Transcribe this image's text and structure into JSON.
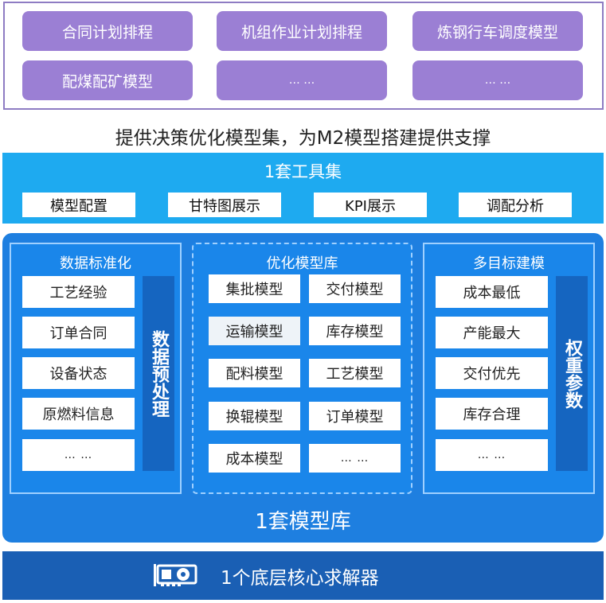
{
  "scenario_models": [
    {
      "label": "合同计划排程"
    },
    {
      "label": "机组作业计划排程"
    },
    {
      "label": "炼钢行车调度模型"
    },
    {
      "label": "配煤配矿模型"
    },
    {
      "label": "… …"
    },
    {
      "label": "… …"
    }
  ],
  "caption": "提供决策优化模型集，为M2模型搭建提供支撑",
  "toolset": {
    "title": "1套工具集",
    "items": [
      "模型配置",
      "甘特图展示",
      "KPI展示",
      "调配分析"
    ]
  },
  "library": {
    "title": "1套模型库",
    "data_panel": {
      "title": "数据标准化",
      "items": [
        "工艺经验",
        "订单合同",
        "设备状态",
        "原燃料信息",
        "… …"
      ],
      "side_label": "数据预处理"
    },
    "model_panel": {
      "title": "优化模型库",
      "items": [
        "集批模型",
        "交付模型",
        "运输模型",
        "库存模型",
        "配料模型",
        "工艺模型",
        "换辊模型",
        "订单模型",
        "成本模型",
        "… …"
      ]
    },
    "objective_panel": {
      "title": "多目标建模",
      "items": [
        "成本最低",
        "产能最大",
        "交付优先",
        "库存合理",
        "… …"
      ],
      "side_label": "权重参数"
    }
  },
  "solver": {
    "title": "1个底层核心求解器",
    "icon": "graphics-card-icon"
  },
  "colors": {
    "purple_button": "#9b7fd4",
    "toolset_band": "#1eaaf0",
    "library_bg": "#1e7fe0",
    "side_bar": "#1565c0",
    "solver_band": "#1a5fb4"
  }
}
